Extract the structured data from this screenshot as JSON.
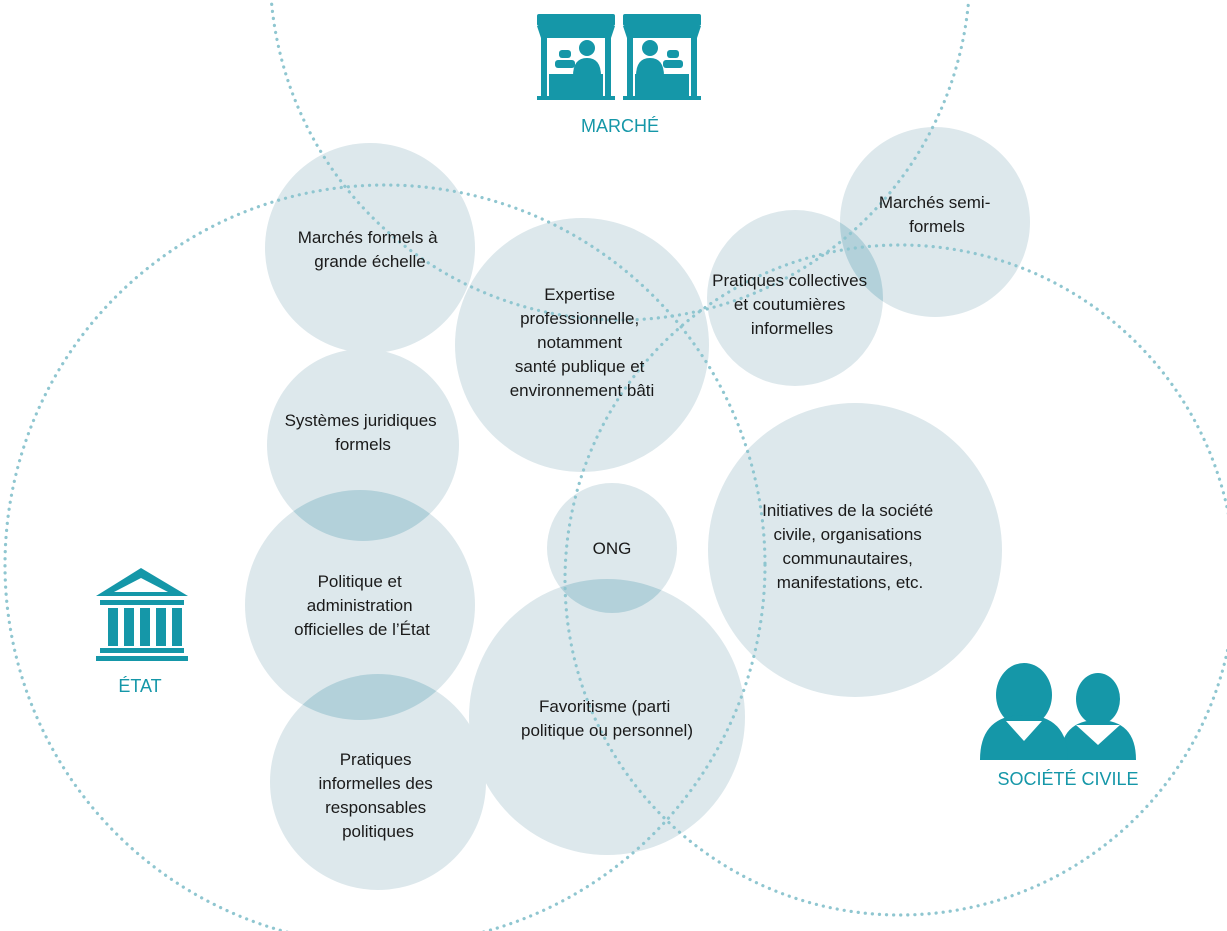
{
  "colors": {
    "accent": "#1597a8",
    "bubble": "#dde8ec",
    "dotted_ring": "#8fc6d0"
  },
  "spheres": {
    "marche": {
      "label": "MARCHÉ",
      "icon": "market-stall-icon"
    },
    "etat": {
      "label": "ÉTAT",
      "icon": "government-building-icon"
    },
    "societe_civile": {
      "label": "SOCIÉTÉ CIVILE",
      "icon": "people-icon"
    }
  },
  "bubbles": {
    "marches_formels": [
      "Marchés formels à",
      "grande échelle"
    ],
    "expertise": [
      "Expertise",
      "professionnelle,",
      "notamment",
      "santé publique et",
      "environnement bâti"
    ],
    "pratiques_collectives": [
      "Pratiques collectives",
      "et coutumières",
      "informelles"
    ],
    "marches_semi": [
      "Marchés semi-",
      "formels"
    ],
    "systemes_juridiques": [
      "Systèmes juridiques",
      "formels"
    ],
    "ong": [
      "ONG"
    ],
    "initiatives": [
      "Initiatives de la société",
      "civile, organisations",
      "communautaires,",
      "manifestations, etc."
    ],
    "politique_admin": [
      "Politique et",
      "administration",
      "officielles de l’État"
    ],
    "favoritisme": [
      "Favoritisme (parti",
      "politique ou personnel)"
    ],
    "pratiques_informelles": [
      "Pratiques",
      "informelles des",
      "responsables",
      "politiques"
    ]
  }
}
